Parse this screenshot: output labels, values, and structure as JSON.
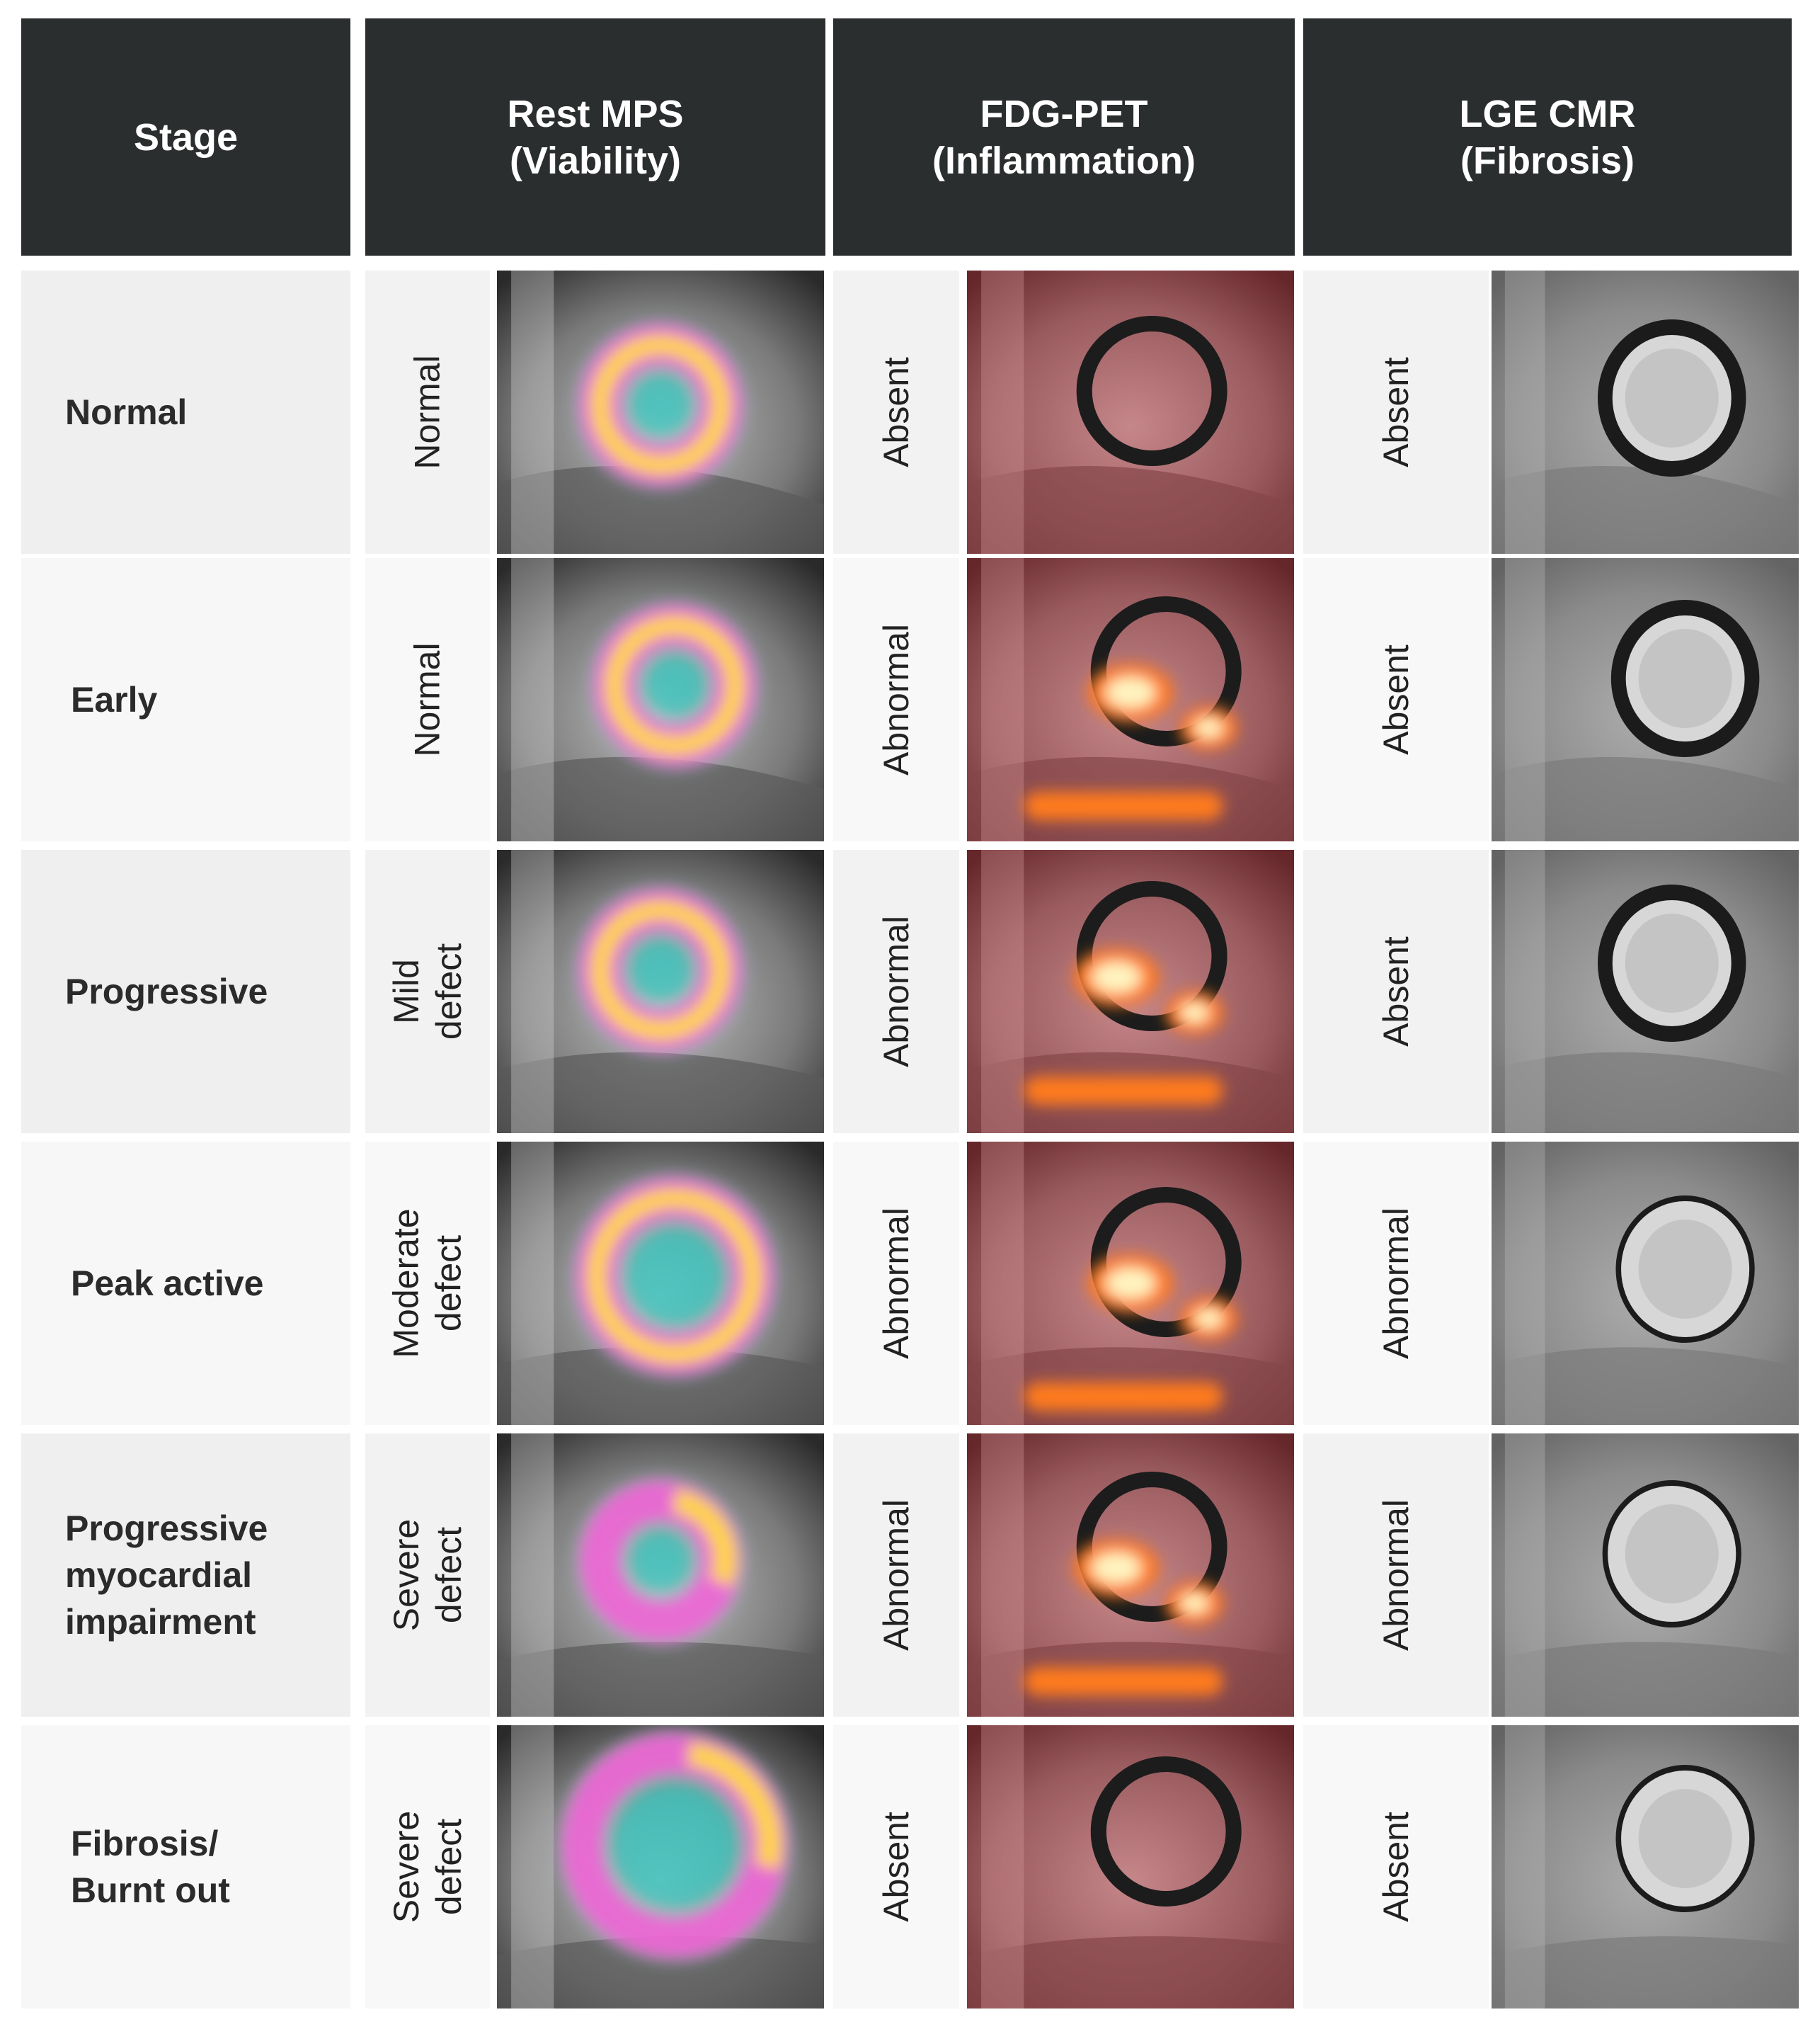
{
  "headers": {
    "stage": "Stage",
    "mps": "Rest MPS\n(Viability)",
    "pet": "FDG-PET\n(Inflammation)",
    "cmr": "LGE CMR\n(Fibrosis)"
  },
  "rows": [
    {
      "stage": "Normal",
      "mps": "Normal",
      "pet": "Absent",
      "cmr": "Absent"
    },
    {
      "stage": "Early",
      "mps": "Normal",
      "pet": "Abnormal",
      "cmr": "Absent"
    },
    {
      "stage": "Progressive",
      "mps": "Mild defect",
      "pet": "Abnormal",
      "cmr": "Absent"
    },
    {
      "stage": "Peak active",
      "mps": "Moderate\ndefect",
      "pet": "Abnormal",
      "cmr": "Abnormal"
    },
    {
      "stage": "Progressive\nmyocardial\nimpairment",
      "mps": "Severe defect",
      "pet": "Abnormal",
      "cmr": "Abnormal"
    },
    {
      "stage": "Fibrosis/\nBurnt out",
      "mps": "Severe defect",
      "pet": "Absent",
      "cmr": "Absent"
    }
  ],
  "colors": {
    "header_bg": "#2b2e2e",
    "mps_hot": "#ffd24a",
    "mps_mid": "#ff5fd8",
    "mps_cold": "#33c7c0",
    "pet_hot": "#fff4c0",
    "pet_mid": "#ff7a1a",
    "pet_low": "#d8222e"
  },
  "icons": {
    "mps": "spect-perfusion-image",
    "pet": "fdg-pet-image",
    "cmr": "lge-cmr-image"
  }
}
